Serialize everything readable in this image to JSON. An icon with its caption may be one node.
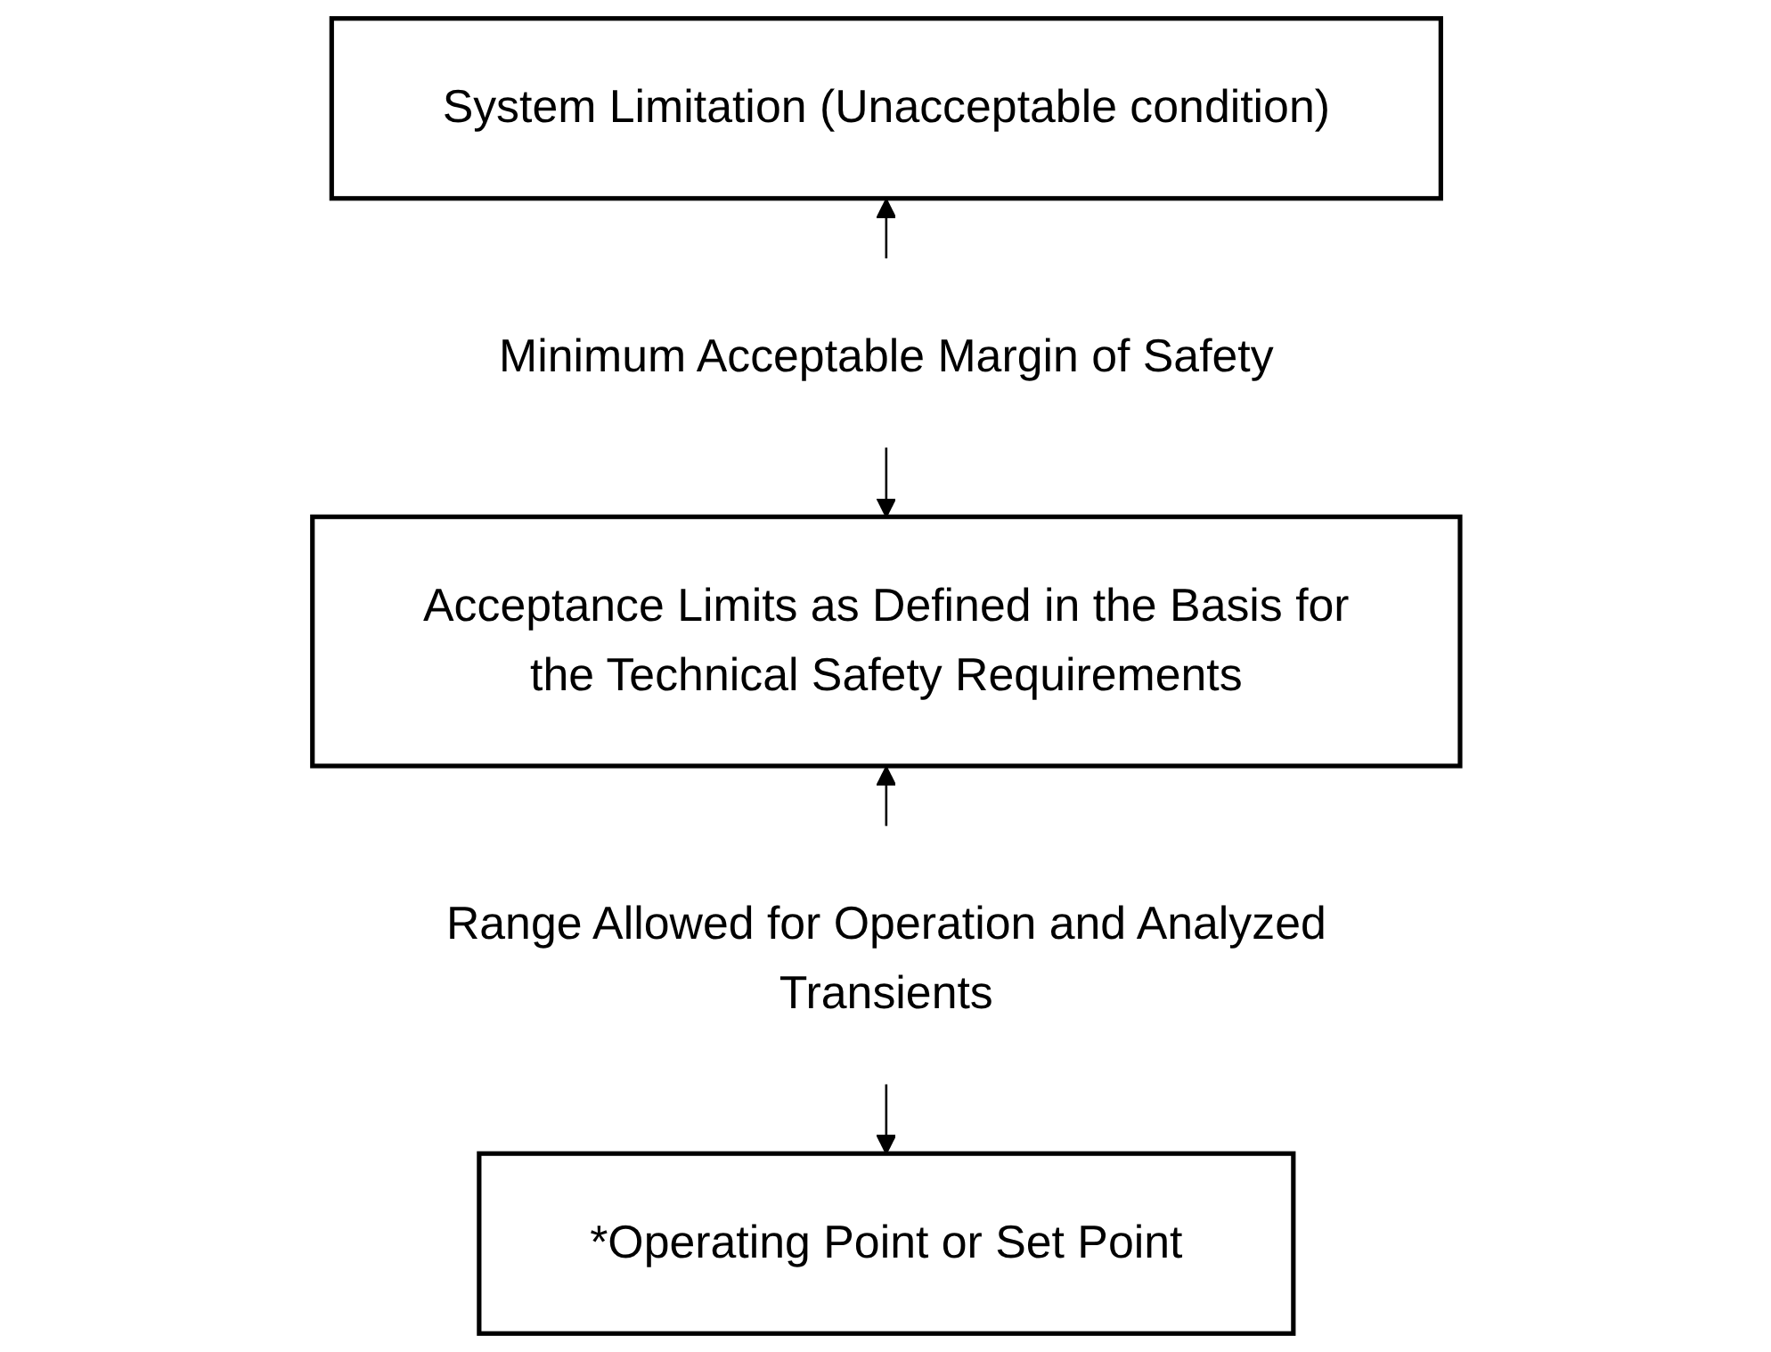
{
  "diagram": {
    "nodes": [
      {
        "text": [
          "System Limitation (Unacceptable condition)"
        ]
      },
      {
        "text": [
          "Minimum Acceptable Margin of Safety"
        ]
      },
      {
        "text": [
          "Acceptance Limits as Defined in the Basis for the Technical Safety Requirements"
        ]
      },
      {
        "text": [
          "Range Allowed for Operation and Analyzed Transients"
        ]
      },
      {
        "text": [
          "*Operating Point or Set Point"
        ]
      }
    ],
    "edges": [
      {
        "from": 1,
        "to": 0,
        "arrow": "to"
      },
      {
        "from": 1,
        "to": 2,
        "arrow": "to"
      },
      {
        "from": 3,
        "to": 2,
        "arrow": "to"
      },
      {
        "from": 3,
        "to": 4,
        "arrow": "to"
      }
    ]
  }
}
